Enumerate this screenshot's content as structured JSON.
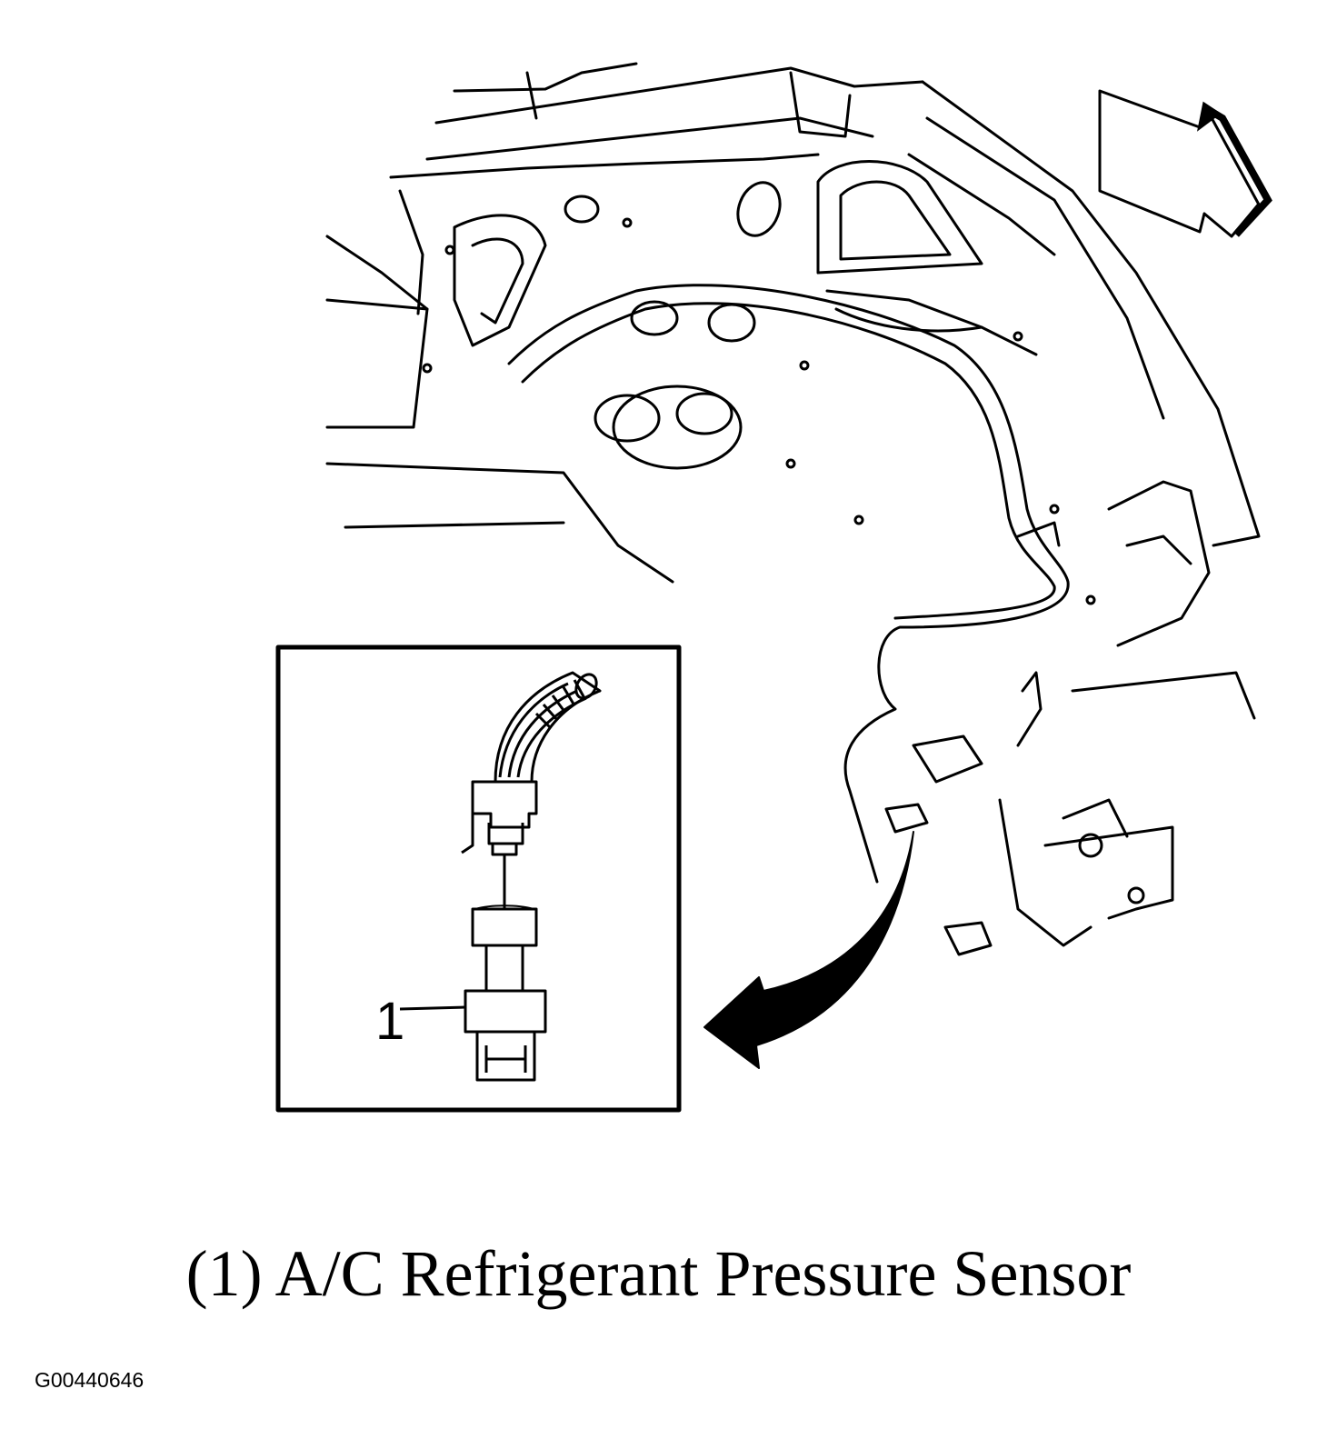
{
  "caption": "(1) A/C Refrigerant Pressure Sensor",
  "figure_id": "G00440646",
  "callout_label": "1",
  "colors": {
    "line": "#000000",
    "background": "#ffffff"
  },
  "icons": [
    "direction-arrow-icon",
    "curved-pointer-arrow-icon",
    "pressure-sensor-icon",
    "connector-icon"
  ]
}
